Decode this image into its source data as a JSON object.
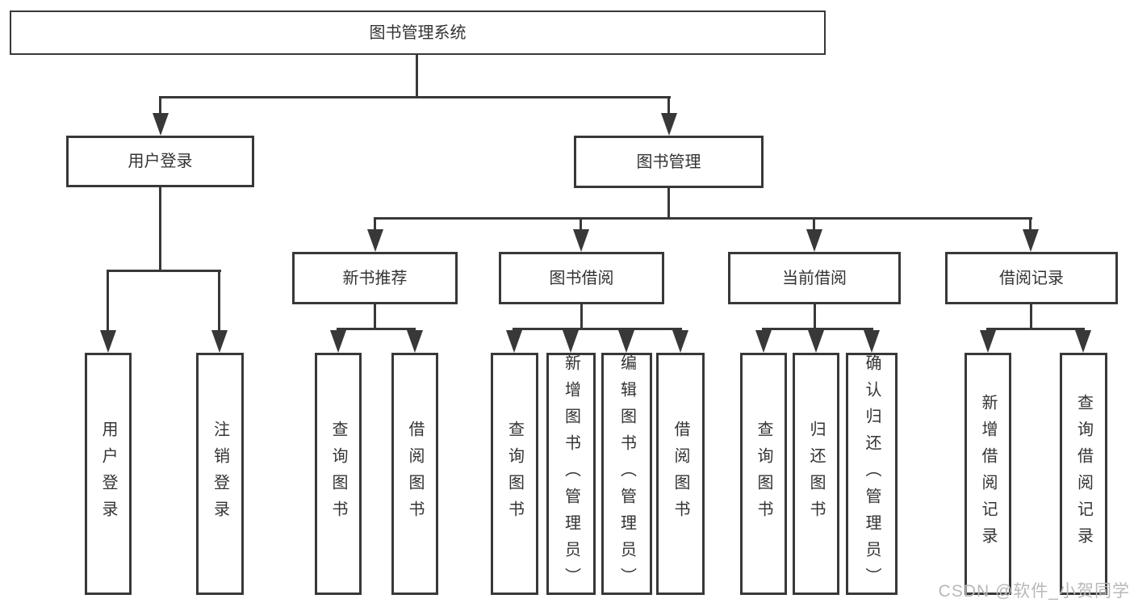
{
  "diagram": {
    "root": {
      "label": "图书管理系统"
    },
    "branches": [
      {
        "label": "用户登录",
        "children": [
          {
            "label": "用户登录"
          },
          {
            "label": "注销登录"
          }
        ]
      },
      {
        "label": "图书管理",
        "children": [
          {
            "label": "新书推荐",
            "children": [
              {
                "label": "查询图书"
              },
              {
                "label": "借阅图书"
              }
            ]
          },
          {
            "label": "图书借阅",
            "children": [
              {
                "label": "查询图书"
              },
              {
                "label": "新增图书（管理员）"
              },
              {
                "label": "编辑图书（管理员）"
              },
              {
                "label": "借阅图书"
              }
            ]
          },
          {
            "label": "当前借阅",
            "children": [
              {
                "label": "查询图书"
              },
              {
                "label": "归还图书"
              },
              {
                "label": "确认归还（管理员）"
              }
            ]
          },
          {
            "label": "借阅记录",
            "children": [
              {
                "label": "新增借阅记录"
              },
              {
                "label": "查询借阅记录"
              }
            ]
          }
        ]
      }
    ]
  },
  "watermark": {
    "text": "CSDN @软件_小贺同学"
  },
  "colors": {
    "line": "#383838",
    "text": "#333333",
    "watermark": "#b8b8b8"
  }
}
